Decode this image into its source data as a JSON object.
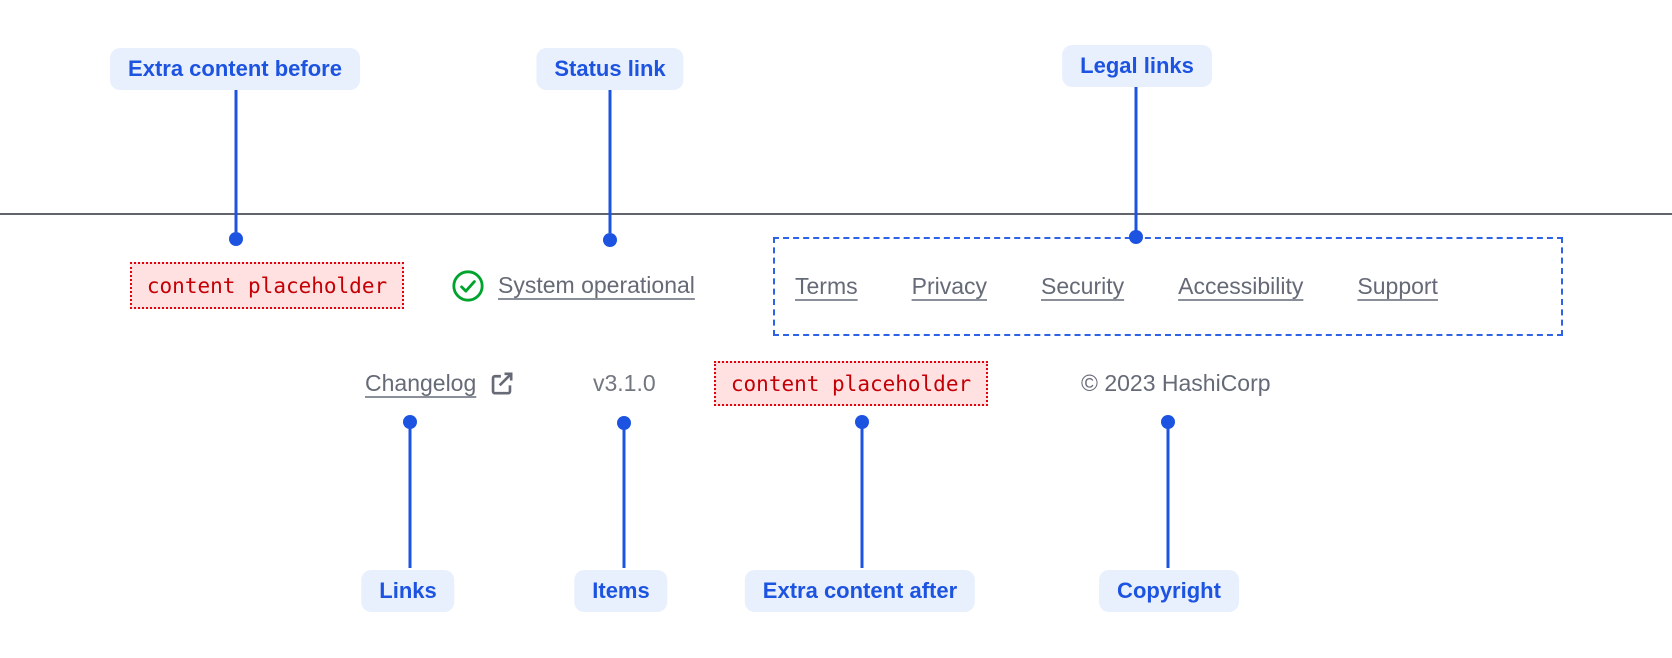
{
  "annotations": {
    "extra_content_before": "Extra content before",
    "status_link": "Status link",
    "legal_links": "Legal links",
    "links": "Links",
    "items": "Items",
    "extra_content_after": "Extra content after",
    "copyright": "Copyright"
  },
  "footer": {
    "extra_content_before_placeholder": "content placeholder",
    "status": {
      "label": "System operational",
      "icon": "check-circle-icon"
    },
    "legal_links": [
      "Terms",
      "Privacy",
      "Security",
      "Accessibility",
      "Support"
    ],
    "links": [
      {
        "label": "Changelog",
        "icon": "external-link-icon"
      }
    ],
    "version": "v3.1.0",
    "extra_content_after_placeholder": "content placeholder",
    "copyright": "© 2023 HashiCorp"
  },
  "colors": {
    "annotation_blue": "#1c53e0",
    "annotation_pill_bg": "#e9f0fd",
    "legal_outline_blue": "#2e63e8",
    "placeholder_red_text": "#c40006",
    "placeholder_red_border": "#e4020a",
    "placeholder_red_bg": "#ffe1e1",
    "status_green": "#00a32c",
    "link_gray": "#656a76",
    "divider_gray": "#60646d",
    "background": "#ffffff"
  }
}
